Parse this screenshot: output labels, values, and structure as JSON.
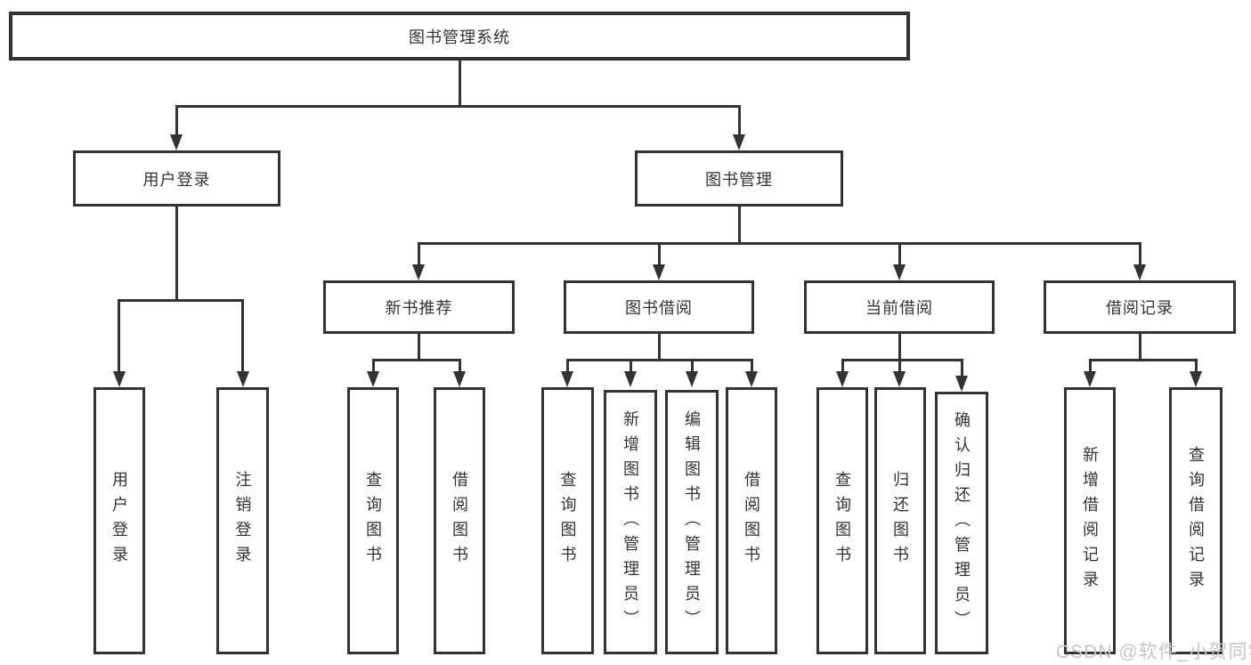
{
  "diagram_title": "图书管理系统",
  "tree": {
    "root": {
      "label": "图书管理系统"
    },
    "branches": [
      {
        "label": "用户登录",
        "children": [
          {
            "label": "用户登录"
          },
          {
            "label": "注销登录"
          }
        ]
      },
      {
        "label": "图书管理",
        "children": [
          {
            "label": "新书推荐",
            "children": [
              {
                "label": "查询图书"
              },
              {
                "label": "借阅图书"
              }
            ]
          },
          {
            "label": "图书借阅",
            "children": [
              {
                "label": "查询图书"
              },
              {
                "label": "新增图书（管理员）"
              },
              {
                "label": "编辑图书（管理员）"
              },
              {
                "label": "借阅图书"
              }
            ]
          },
          {
            "label": "当前借阅",
            "children": [
              {
                "label": "查询图书"
              },
              {
                "label": "归还图书"
              },
              {
                "label": "确认归还（管理员）"
              }
            ]
          },
          {
            "label": "借阅记录",
            "children": [
              {
                "label": "新增借阅记录"
              },
              {
                "label": "查询借阅记录"
              }
            ]
          }
        ]
      }
    ]
  },
  "watermark": "CSDN @软件_小贺同学",
  "colors": {
    "line": "#333333",
    "text": "#333333",
    "background": "#ffffff",
    "watermark": "#c6c6c6"
  }
}
